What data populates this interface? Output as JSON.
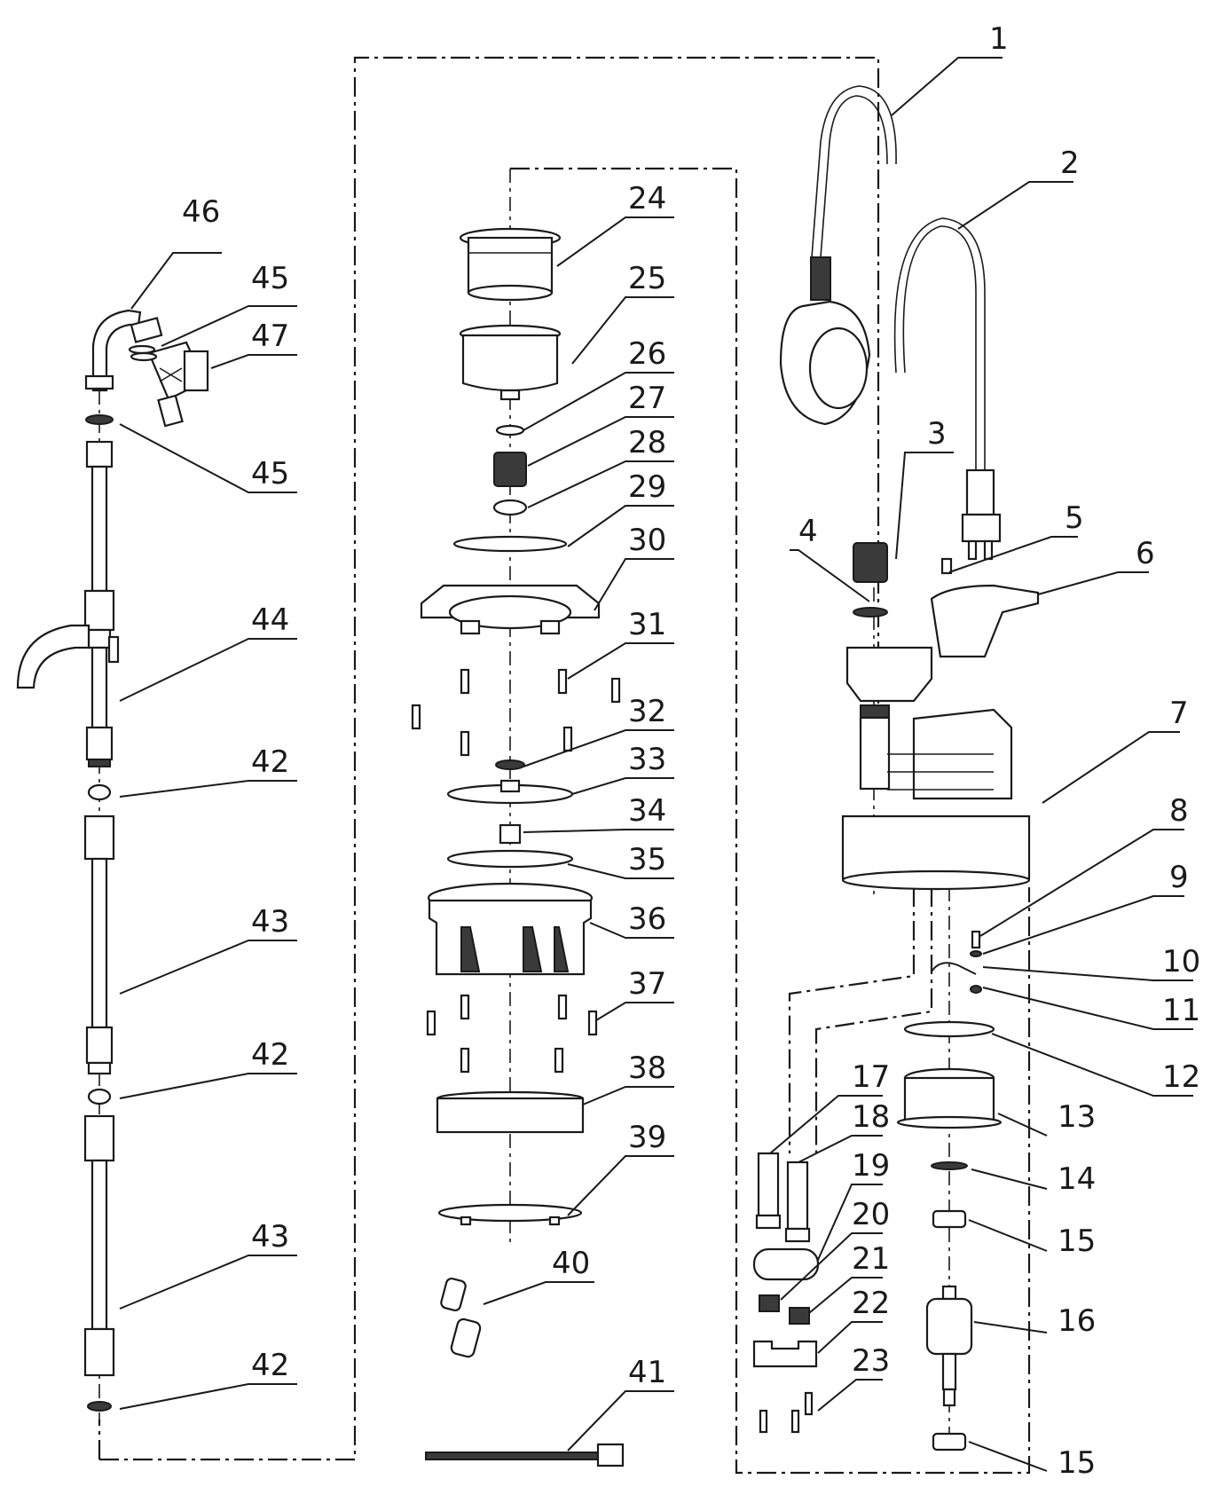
{
  "callouts": [
    {
      "id": "c1",
      "text": "1"
    },
    {
      "id": "c2",
      "text": "2"
    },
    {
      "id": "c3",
      "text": "3"
    },
    {
      "id": "c4",
      "text": "4"
    },
    {
      "id": "c5",
      "text": "5"
    },
    {
      "id": "c6",
      "text": "6"
    },
    {
      "id": "c7",
      "text": "7"
    },
    {
      "id": "c8",
      "text": "8"
    },
    {
      "id": "c9",
      "text": "9"
    },
    {
      "id": "c10",
      "text": "10"
    },
    {
      "id": "c11",
      "text": "11"
    },
    {
      "id": "c12",
      "text": "12"
    },
    {
      "id": "c13",
      "text": "13"
    },
    {
      "id": "c14",
      "text": "14"
    },
    {
      "id": "c15a",
      "text": "15"
    },
    {
      "id": "c15b",
      "text": "15"
    },
    {
      "id": "c16",
      "text": "16"
    },
    {
      "id": "c17",
      "text": "17"
    },
    {
      "id": "c18",
      "text": "18"
    },
    {
      "id": "c19",
      "text": "19"
    },
    {
      "id": "c20",
      "text": "20"
    },
    {
      "id": "c21",
      "text": "21"
    },
    {
      "id": "c22",
      "text": "22"
    },
    {
      "id": "c23",
      "text": "23"
    },
    {
      "id": "c24",
      "text": "24"
    },
    {
      "id": "c25",
      "text": "25"
    },
    {
      "id": "c26",
      "text": "26"
    },
    {
      "id": "c27",
      "text": "27"
    },
    {
      "id": "c28",
      "text": "28"
    },
    {
      "id": "c29",
      "text": "29"
    },
    {
      "id": "c30",
      "text": "30"
    },
    {
      "id": "c31",
      "text": "31"
    },
    {
      "id": "c32",
      "text": "32"
    },
    {
      "id": "c33",
      "text": "33"
    },
    {
      "id": "c34",
      "text": "34"
    },
    {
      "id": "c35",
      "text": "35"
    },
    {
      "id": "c36",
      "text": "36"
    },
    {
      "id": "c37",
      "text": "37"
    },
    {
      "id": "c38",
      "text": "38"
    },
    {
      "id": "c39",
      "text": "39"
    },
    {
      "id": "c40",
      "text": "40"
    },
    {
      "id": "c41",
      "text": "41"
    },
    {
      "id": "c42a",
      "text": "42"
    },
    {
      "id": "c42b",
      "text": "42"
    },
    {
      "id": "c42c",
      "text": "42"
    },
    {
      "id": "c43a",
      "text": "43"
    },
    {
      "id": "c43b",
      "text": "43"
    },
    {
      "id": "c44",
      "text": "44"
    },
    {
      "id": "c45a",
      "text": "45"
    },
    {
      "id": "c45b",
      "text": "45"
    },
    {
      "id": "c46",
      "text": "46"
    },
    {
      "id": "c47",
      "text": "47"
    }
  ]
}
